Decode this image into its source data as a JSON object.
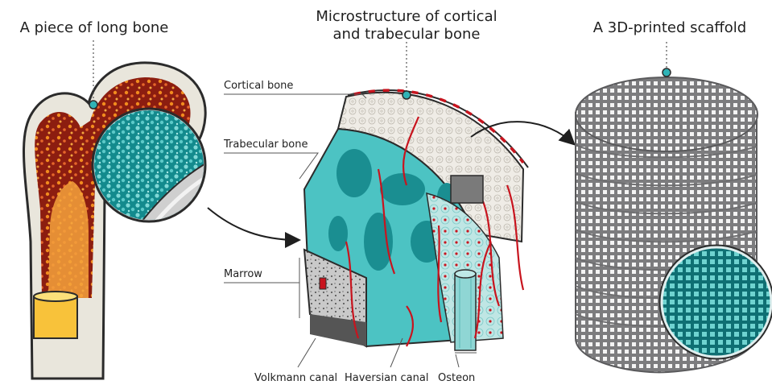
{
  "titles": {
    "bone": "A piece of long bone",
    "micro_line1": "Microstructure of cortical",
    "micro_line2": "and trabecular bone",
    "scaffold": "A 3D-printed scaffold"
  },
  "labels": {
    "cortical": "Cortical bone",
    "trabecular": "Trabecular bone",
    "marrow": "Marrow",
    "volkmann": "Volkmann canal",
    "haversian": "Haversian canal",
    "osteon": "Osteon"
  },
  "colors": {
    "outline": "#2b2b2b",
    "bone_shell": "#e9e6dc",
    "marrow_red": "#8c1d10",
    "marrow_orange": "#f28c1e",
    "teal": "#2fb3b6",
    "teal_dark": "#137f83",
    "vessel_red": "#c8141e",
    "scaffold_grey": "#8b8b8d",
    "leader": "#555555"
  }
}
